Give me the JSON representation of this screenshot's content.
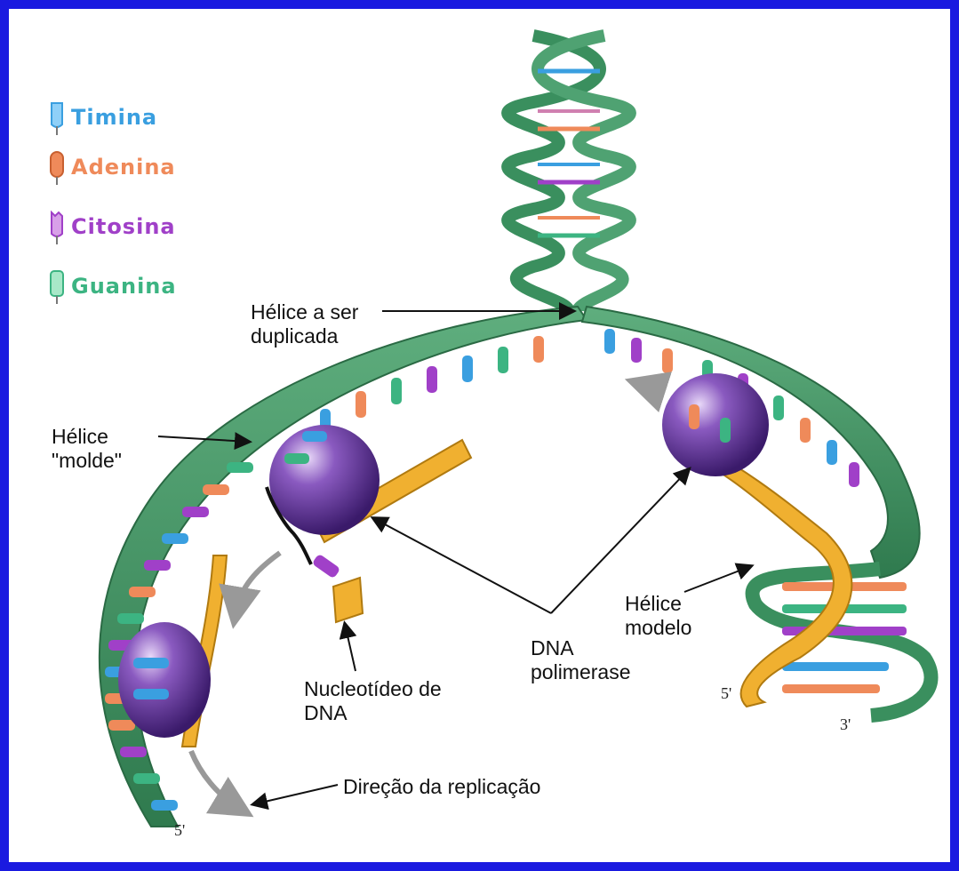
{
  "legend": [
    {
      "label": "Timina",
      "color": "#3a9fe0",
      "icon": "thymine-nucleotide-icon"
    },
    {
      "label": "Adenina",
      "color": "#ef8a5a",
      "icon": "adenine-nucleotide-icon"
    },
    {
      "label": "Citosina",
      "color": "#a040c8",
      "icon": "cytosine-nucleotide-icon"
    },
    {
      "label": "Guanina",
      "color": "#3cb482",
      "icon": "guanine-nucleotide-icon"
    }
  ],
  "labels": {
    "helix_to_duplicate_1": "Hélice a ser",
    "helix_to_duplicate_2": "duplicada",
    "template_helix_1": "Hélice",
    "template_helix_2": "\"molde\"",
    "model_helix_1": "Hélice",
    "model_helix_2": "modelo",
    "dna_polymerase_1": "DNA",
    "dna_polymerase_2": "polimerase",
    "nucleotide_1": "Nucleotídeo de",
    "nucleotide_2": "DNA",
    "replication_direction": "Direção da replicação",
    "end_5_left": "5'",
    "end_5_right": "5'",
    "end_3_right": "3'"
  },
  "colors": {
    "border": "#1a1ae0",
    "strand": "#3a8f5e",
    "new_strand": "#f0b030",
    "polymerase": "#5a2a8a"
  }
}
